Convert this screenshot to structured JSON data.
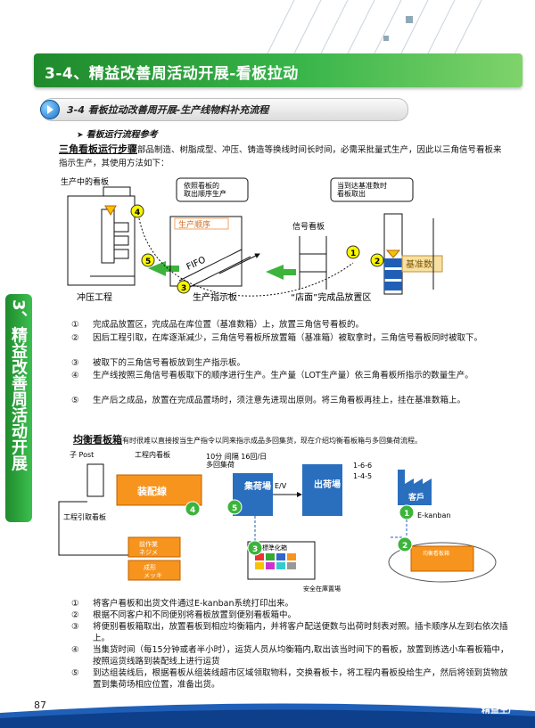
{
  "header": {
    "title": "3-4、精益改善周活动开展-看板拉动"
  },
  "section": {
    "title": "3-4 看板拉动改善周开展-生产线物料补充流程",
    "subtitle": "看板运行流程参考"
  },
  "side_tab": {
    "text": "3、精益改善周活动开展"
  },
  "intro1": {
    "lead": "三角看板运行步骤",
    "text": "部品制造、树脂成型、冲压、铸造等换线时间长时间，必需采批量式生产，因此以三角信号看板来指示生产，其使用方法如下："
  },
  "diagram1": {
    "labels": {
      "prod_kanban": "生产中的看板",
      "order": "依照看板的\n取出顺序生产",
      "reached": "当到达基准数时\n看板取出",
      "seq": "生产顺序",
      "signal": "信号看板",
      "fifo": "FIFO",
      "base_qty": "基准数",
      "press": "冲压工程",
      "indicator": "生产指示板",
      "shop": "“店面”完成品放置区"
    },
    "circles": [
      "1",
      "2",
      "3",
      "4",
      "5"
    ]
  },
  "list1": [
    {
      "n": "①",
      "t": "完成品放置区，完成品在库位置（基准数箱）上，放置三角信号看板的。"
    },
    {
      "n": "②",
      "t": "因后工程引取，在库逐渐减少，三角信号看板所放置箱（基准箱）被取拿时，三角信号看板同时被取下。"
    },
    {
      "n": "③",
      "t": "被取下的三角信号看板放到生产指示板。"
    },
    {
      "n": "④",
      "t": "生产线按照三角信号看板取下的顺序进行生产。生产量（LOT生产量）依三角看板所指示的数量生产。"
    },
    {
      "n": "⑤",
      "t": "生产后之成品，放置在完成品置场时，须注意先进现出原则。将三角看板再挂上，挂在基准数箱上。"
    }
  ],
  "intro2": {
    "lead": "均衡看板箱",
    "text": "有时很难以直接按当生产指令以同来指示成品多回集货，现在介绍均衡看板箱与多回集荷流程。"
  },
  "diagram2": {
    "labels": {
      "post": "子 Post",
      "inproc": "工程内看板",
      "assembly": "装配線",
      "collect": "集荷場",
      "ev": "E/V",
      "ship": "出荷場",
      "freq": "10分 间隔 16回/日\n多回集荷",
      "pattern1": "1-6-6",
      "pattern2": "1-4-5",
      "customer": "客戶",
      "ekanban": "E-kanban",
      "pull": "工程引取看板",
      "std": "標準化箱",
      "safety": "安全在庫置場",
      "p1": "前作業",
      "p1b": "ネジメ",
      "p2": "成形",
      "p2b": "メッキ",
      "level": "均衡看板箱"
    },
    "circles": [
      "1",
      "2",
      "3",
      "4",
      "5"
    ]
  },
  "list2": [
    {
      "n": "①",
      "t": "将客户看板和出货文件通过E-kanban系统打印出来。"
    },
    {
      "n": "②",
      "t": "根据不同客户和不同便别将看板放置到便别看板箱中。"
    },
    {
      "n": "③",
      "t": "将便别看板箱取出，放置看板到相应均衡箱内，并将客户配送便数与出荷时刻表对照。插卡顺序从左到右依次插上。"
    },
    {
      "n": "④",
      "t": "当集货时间（每15分钟或者半小时），运货人员从均衡箱内,取出该当时间下的看板，放置到拣选小车看板箱中，按照运货线路到装配线上进行运货"
    },
    {
      "n": "⑤",
      "t": "到达组装线后，根据看板从组装线超市区域领取物料，交换看板卡，将工程内看板投给生产，然后将领到货物放置到集荷场相应位置，准备出货。"
    }
  ],
  "footer": {
    "page": "87",
    "text": "精益生产"
  },
  "colors": {
    "green": "#39b54a",
    "blue": "#1f5fb8",
    "orange": "#f7941d",
    "yellow": "#f5c400"
  }
}
